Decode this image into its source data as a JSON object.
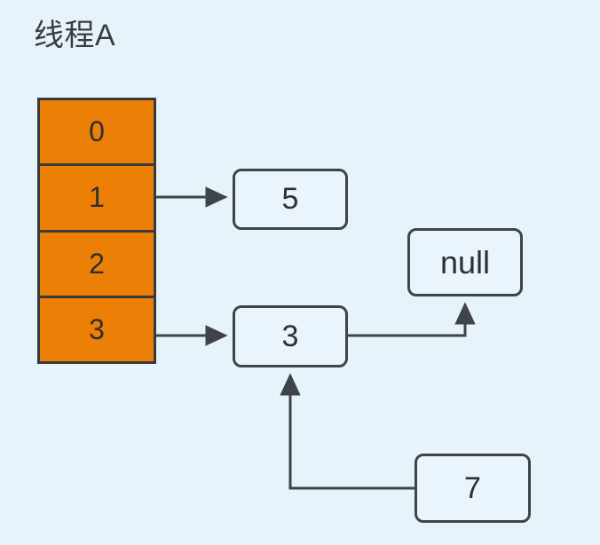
{
  "diagram": {
    "title": "线程A",
    "background_color": "#e7f3fb",
    "array": {
      "fill_color": "#ec8006",
      "border_color": "#3a3a3a",
      "cells": [
        {
          "index_label": "0"
        },
        {
          "index_label": "1"
        },
        {
          "index_label": "2"
        },
        {
          "index_label": "3"
        }
      ]
    },
    "nodes": [
      {
        "id": "node-5",
        "label": "5"
      },
      {
        "id": "node-null",
        "label": "null"
      },
      {
        "id": "node-3",
        "label": "3"
      },
      {
        "id": "node-7",
        "label": "7"
      }
    ],
    "edges": [
      {
        "name": "edge-bucket1-to-5",
        "from": "array-cell-1",
        "to": "node-5"
      },
      {
        "name": "edge-bucket3-to-3",
        "from": "array-cell-3",
        "to": "node-3"
      },
      {
        "name": "edge-3-to-null",
        "from": "node-3",
        "to": "node-null"
      },
      {
        "name": "edge-7-to-3",
        "from": "node-7",
        "to": "node-3"
      }
    ],
    "line_color": "#3e444a"
  }
}
